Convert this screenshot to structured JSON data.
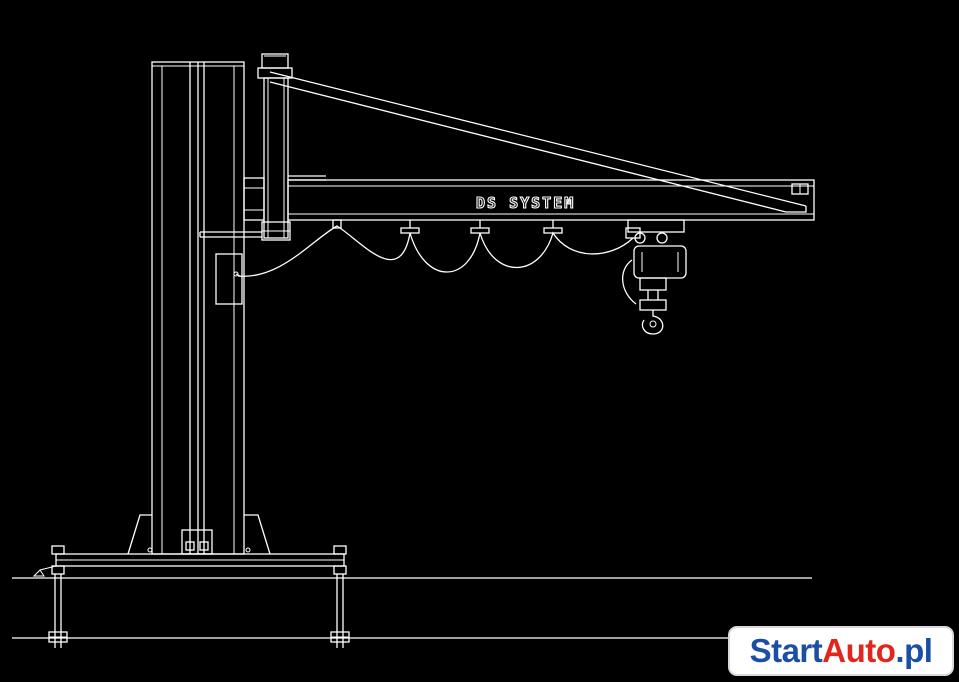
{
  "diagram": {
    "beam_label": "DS SYSTEM",
    "line_color": "#ffffff",
    "background_color": "#000000"
  },
  "watermark": {
    "part1": "Start",
    "part2": "Auto",
    "part3": ".pl",
    "color_blue": "#1a4fa3",
    "color_red": "#e3261c"
  }
}
